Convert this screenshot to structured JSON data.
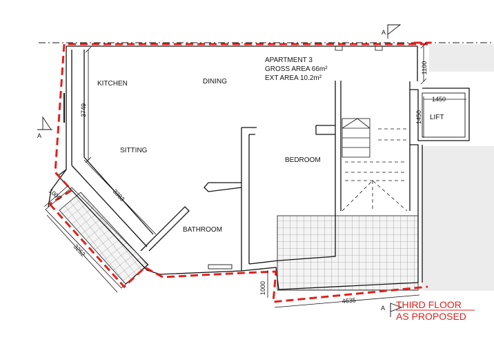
{
  "rooms": {
    "kitchen": "KITCHEN",
    "dining": "DINING",
    "sitting": "SITTING",
    "bedroom": "BEDROOM",
    "bathroom": "BATHROOM",
    "lift": "LIFT"
  },
  "apartment": {
    "name": "APARTMENT 3",
    "gross_area": "GROSS AREA 66m²",
    "ext_area": "EXT AREA 10.2m²"
  },
  "dimensions": {
    "d3749": "3749",
    "d3383": "3383",
    "d1000_left": "1000",
    "d3252": "3252",
    "d1100": "1100",
    "d1450_h": "1450",
    "d1450_v": "1450",
    "d1000_bottom": "1000",
    "d4635": "4635"
  },
  "section_markers": {
    "top": "A",
    "left": "A",
    "bottom": "A"
  },
  "drawing_title": {
    "line1": "THIRD FLOOR",
    "line2": "AS PROPOSED"
  },
  "colors": {
    "boundary": "#e0201b",
    "walls": "#111111"
  }
}
